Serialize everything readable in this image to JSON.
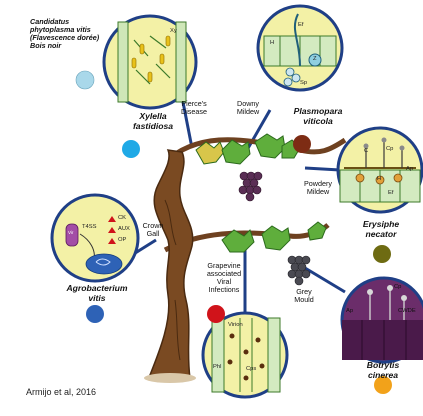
{
  "caption_top": [
    "Candidatus",
    "phytoplasma vitis",
    "(Flavescence dorée)",
    "Bois noir"
  ],
  "pathogens": {
    "xylella": {
      "line1": "Xylella",
      "line2": "fastidiosa",
      "inner": "Xy"
    },
    "plasmopara": {
      "line1": "Plasmopara",
      "line2": "viticola",
      "inner": [
        "Ef",
        "H",
        "Z",
        "Sp"
      ]
    },
    "erysiphe": {
      "line1": "Erysiphe",
      "line2": "necator",
      "inner": [
        "C",
        "Cp",
        "H",
        "Ap",
        "Ef"
      ]
    },
    "agrobacterium": {
      "line1": "Agrobacterium",
      "line2": "vitis",
      "inner": [
        "T4SS",
        "CK",
        "AUX",
        "OP",
        "Vir"
      ]
    },
    "botrytis": {
      "line1": "Botrytis",
      "line2": "cinerea",
      "inner": [
        "Cp",
        "Ap",
        "CWDE"
      ]
    },
    "viral": {
      "inner": [
        "Virion",
        "Phl",
        "Cps"
      ]
    }
  },
  "diseases": {
    "pierces": [
      "Pierce's",
      "Disease"
    ],
    "downy": [
      "Downy",
      "Mildew"
    ],
    "powdery": [
      "Powdery",
      "Mildew"
    ],
    "crown_gall": [
      "Crown",
      "Gall"
    ],
    "viral_infections": [
      "Grapevine",
      "associated",
      "Viral",
      "Infections"
    ],
    "grey_mould": [
      "Grey",
      "Mould"
    ]
  },
  "citation": "Armijo et al, 2016",
  "colors": {
    "xylella": "#a9d8ea",
    "plasmopara": "#7d2c14",
    "erysiphe": "#6e6b12",
    "agrobacterium": "#2e62b6",
    "viral": "#d0131a",
    "botrytis": "#f2a21a",
    "pierces_dot": "#1fa9e6",
    "trunk": "#7a4a22",
    "leaf": "#5fae3c",
    "cell_bg": "#f3f1a6",
    "connector": "#1f3f86"
  }
}
